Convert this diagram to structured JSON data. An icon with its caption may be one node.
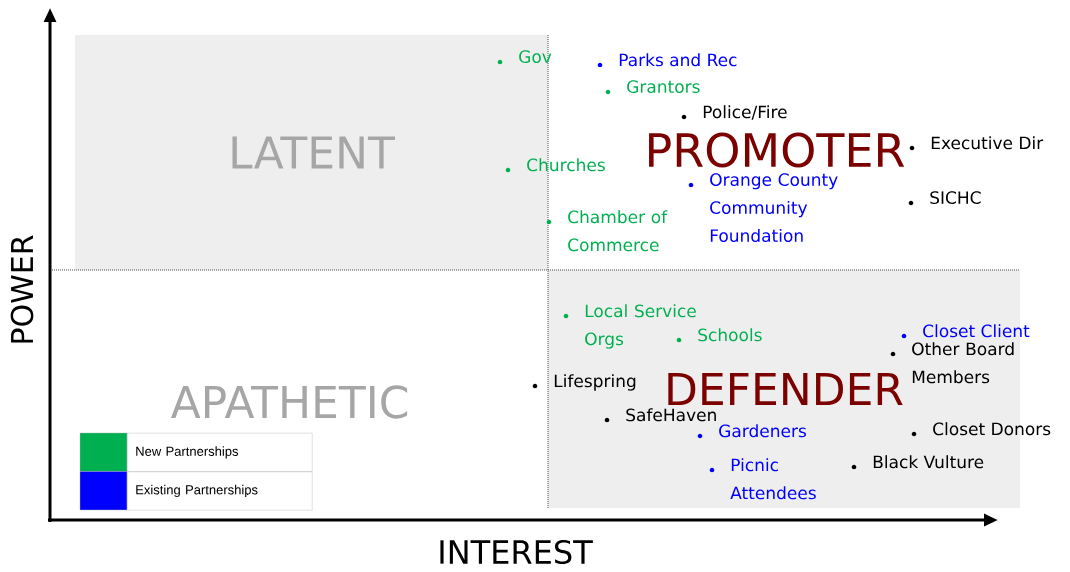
{
  "diagram": {
    "nodes": [
      {
        "text": [
          "LATENT"
        ]
      },
      {
        "text": [
          "DEFENDER"
        ]
      }
    ],
    "labels": [
      "POWER",
      "Gov",
      "Parks and Rec",
      "Grantors",
      "Police/Fire",
      "PROMOTER",
      "Executive Dir",
      "Churches",
      "Orange County Community Foundation",
      "SICHC",
      "Chamber of Commerce",
      "Local Service Orgs",
      "Closet Client",
      "Schools",
      "Other Board Members",
      "Lifespring",
      "APATHETIC",
      "SafeHaven",
      "Gardeners",
      "Closet Donors",
      "Picnic Attendees",
      "Black Vulture",
      "INTEREST"
    ],
    "legend": [
      {
        "text": "New Partnerships",
        "color": "#00b050"
      },
      {
        "text": "Existing Partnerships",
        "color": "#0000ff"
      }
    ]
  }
}
